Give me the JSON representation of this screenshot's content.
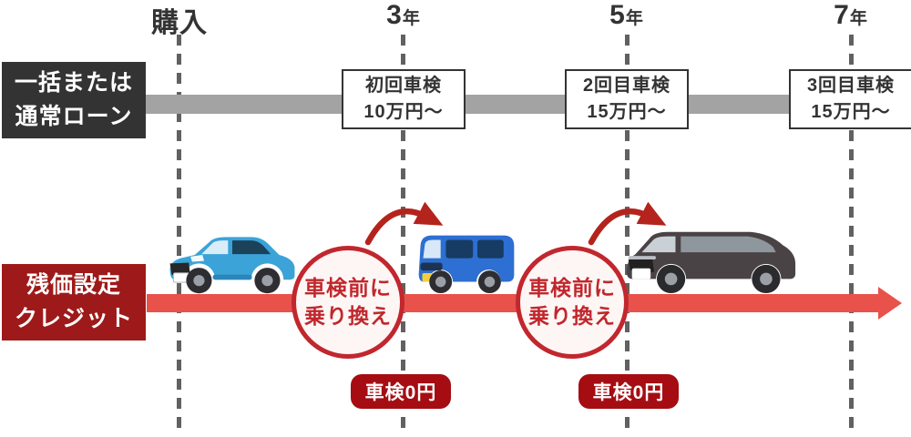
{
  "timeline": {
    "milestones": [
      {
        "big": "購入",
        "small": ""
      },
      {
        "big": "3",
        "small": "年"
      },
      {
        "big": "5",
        "small": "年"
      },
      {
        "big": "7",
        "small": "年"
      }
    ]
  },
  "rows": {
    "loan": {
      "label1": "一括または",
      "label2": "通常ローン",
      "boxes": [
        {
          "line1": "初回車検",
          "line2": "10万円〜"
        },
        {
          "line1": "2回目車検",
          "line2": "15万円〜"
        },
        {
          "line1": "3回目車検",
          "line2": "15万円〜"
        }
      ]
    },
    "credit": {
      "label1": "残価設定",
      "label2": "クレジット",
      "circles": [
        {
          "line1": "車検前に",
          "line2": "乗り換え"
        },
        {
          "line1": "車検前に",
          "line2": "乗り換え"
        }
      ],
      "badges": [
        {
          "text": "車検0円"
        },
        {
          "text": "車検0円"
        }
      ],
      "cars": [
        {
          "name": "light-blue-suv"
        },
        {
          "name": "blue-kei-van"
        },
        {
          "name": "dark-gray-minivan"
        }
      ]
    }
  },
  "colors": {
    "text_dark": "#333333",
    "loan_label_bg": "#333333",
    "loan_bar_gray": "#a3a3a3",
    "credit_label_bg": "#9e1a1a",
    "credit_bar_red": "#e8524b",
    "circle_red": "#c1272d",
    "badge_red": "#a50d12",
    "arrow_red": "#b5231d",
    "gridline_gray": "#616161"
  }
}
